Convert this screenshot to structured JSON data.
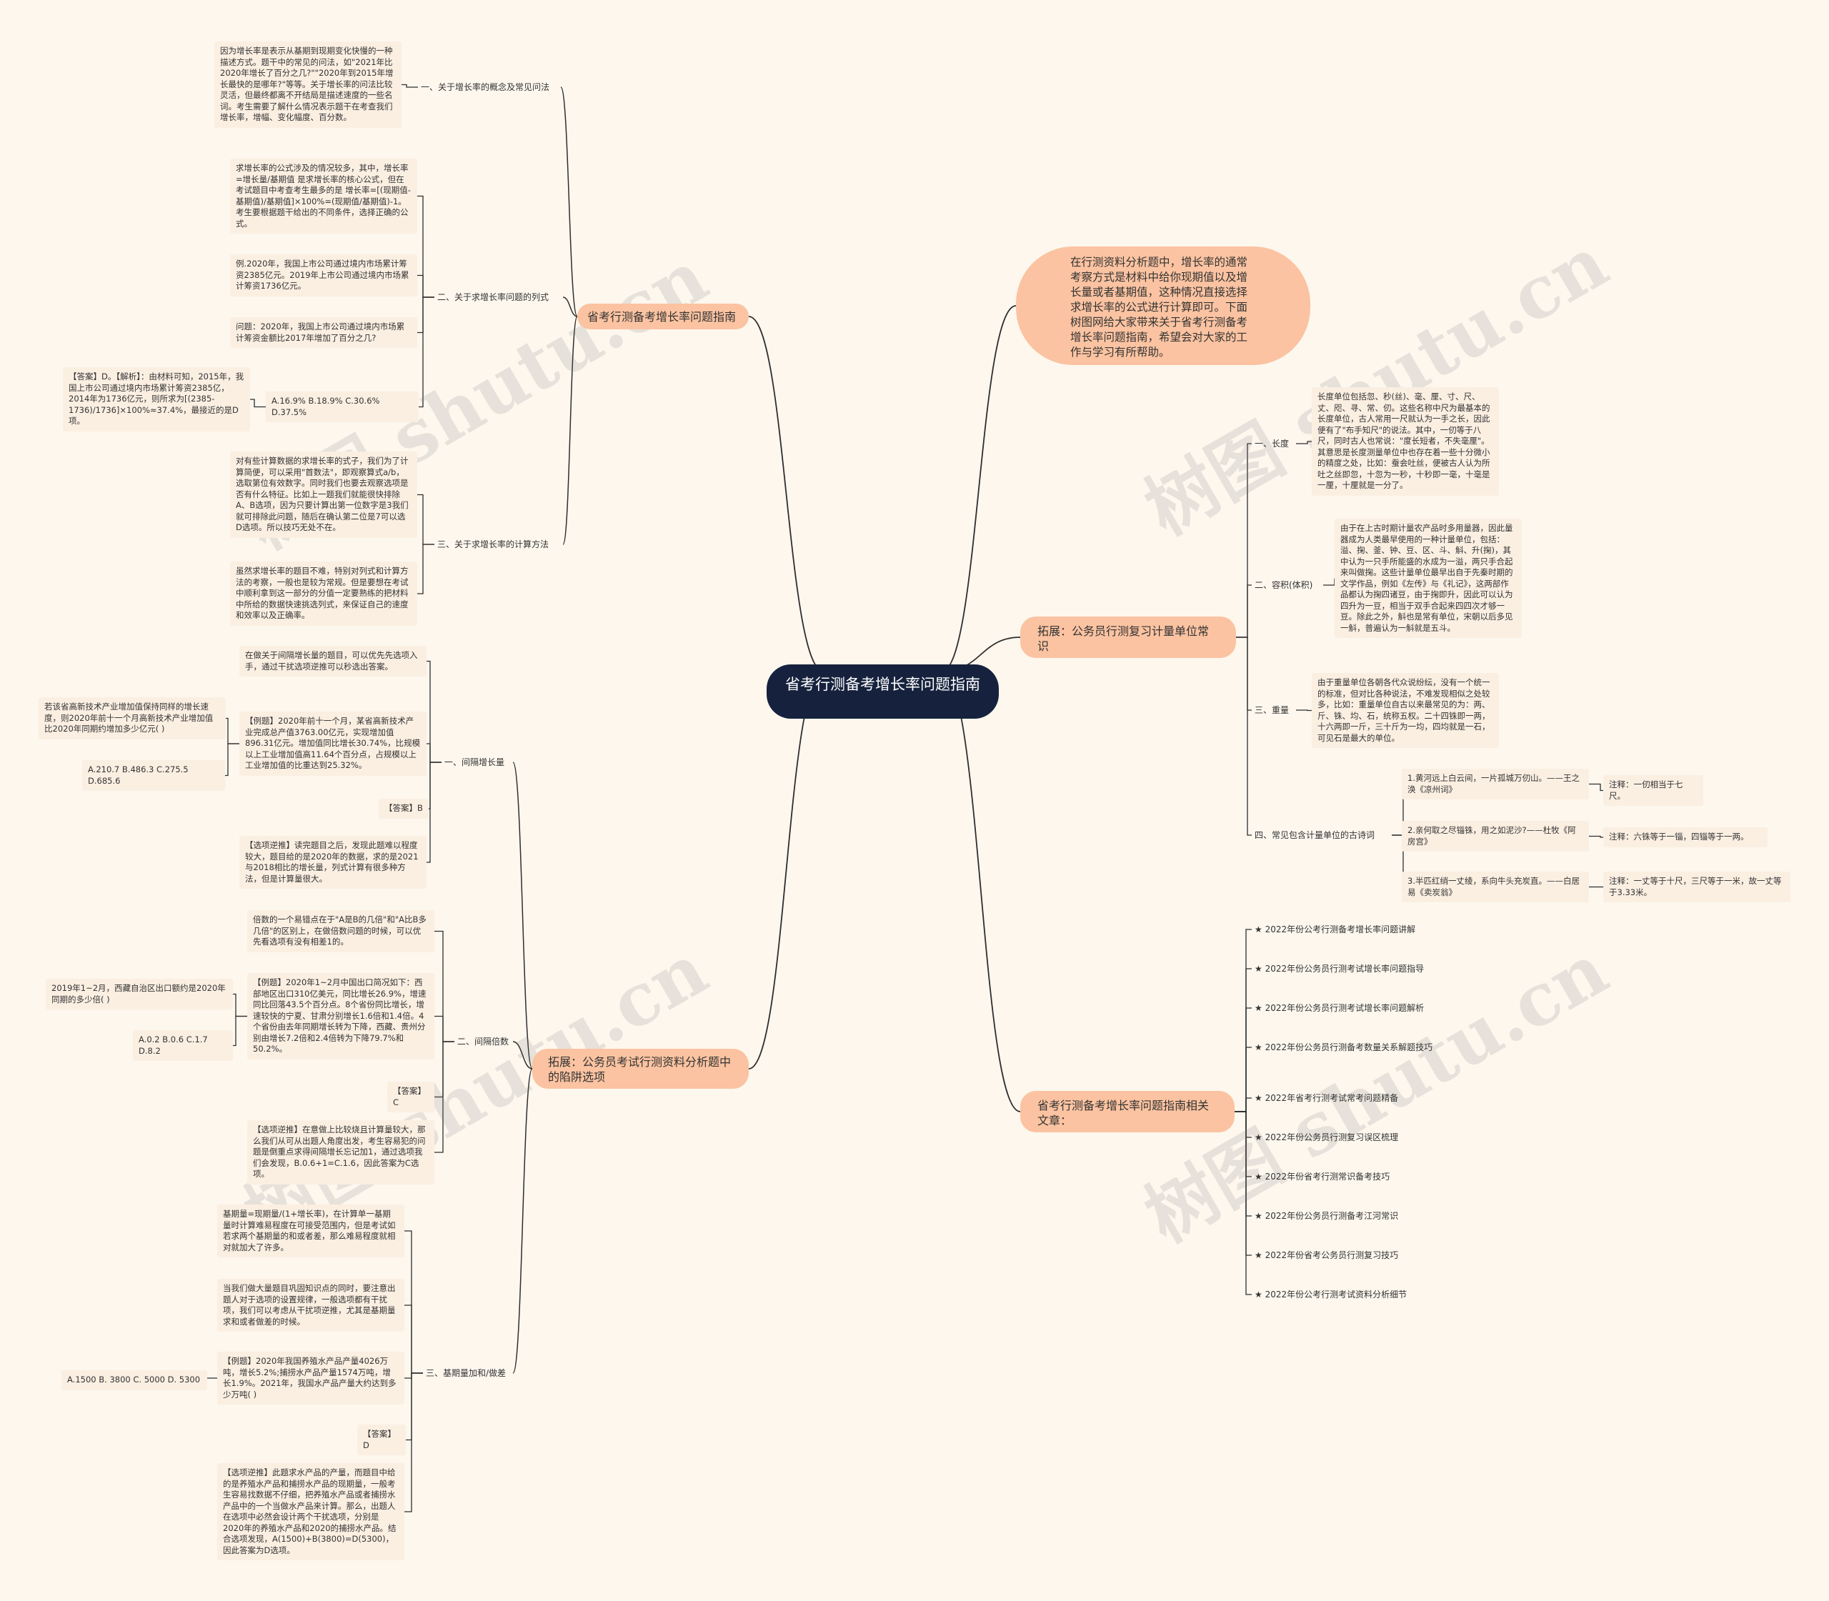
{
  "root": "省考行测备考增长率问题指南",
  "branches": {
    "guide": "省考行测备考增长率问题指南",
    "intro": "在行测资料分析题中，增长率的通常考察方式是材料中给你现期值以及增长量或者基期值，这种情况直接选择求增长率的公式进行计算即可。下面树图网给大家带来关于省考行测备考增长率问题指南，希望会对大家的工作与学习有所帮助。",
    "units": "拓展：公务员行测复习计量单位常识",
    "traps": "拓展：公务员考试行测资料分析题中的陷阱选项",
    "related": "省考行测备考增长率问题指南相关文章："
  },
  "guide": {
    "s1": "一、关于增长率的概念及常见问法",
    "s1_text": "因为增长率是表示从基期到现期变化快慢的一种描述方式。题干中的常见的问法，如\"2021年比2020年增长了百分之几?\"\"2020年到2015年增长最快的是哪年?\"等等。关于增长率的问法比较灵活，但最终都离不开结局是描述速度的一些名词。考生需要了解什么情况表示题干在考查我们增长率，增幅、变化幅度、百分数。",
    "s2": "二、关于求增长率问题的列式",
    "s2_a": "求增长率的公式涉及的情况较多，其中，增长率=增长量/基期值 是求增长率的核心公式，但在考试题目中考查考生最多的是 增长率=[(现期值-基期值)/基期值]×100%=(现期值/基期值)-1。考生要根据题干给出的不同条件，选择正确的公式。",
    "s2_b": "例.2020年，我国上市公司通过境内市场累计筹资2385亿元。2019年上市公司通过境内市场累计筹资1736亿元。",
    "s2_c": "问题：2020年，我国上市公司通过境内市场累计筹资金额比2017年增加了百分之几?",
    "s2_opts": "A.16.9% B.18.9% C.30.6% D.37.5%",
    "s2_ans": "【答案】D。【解析】：由材料可知，2015年，我国上市公司通过境内市场累计筹资2385亿，2014年为1736亿元，则所求为[(2385-1736)/1736]×100%≈37.4%，最接近的是D项。",
    "s3": "三、关于求增长率的计算方法",
    "s3_a": "对有些计算数据的求增长率的式子，我们为了计算简便，可以采用\"首数法\"，即观察算式a/b，选取第位有效数字。同时我们也要去观察选项是否有什么特征。比如上一题我们就能很快排除A、B选项，因为只要计算出第一位数字是3我们就可排除此问题，随后在确认第二位是7可以选D选项。所以技巧无处不在。",
    "s3_b": "虽然求增长率的题目不难，特别对列式和计算方法的考察，一般也是较为常规。但是要想在考试中顺利拿到这一部分的分值一定要熟练的把材料中所给的数据快速挑选列式，来保证自己的速度和效率以及正确率。"
  },
  "traps": {
    "t1": "一、间隔增长量",
    "t1_a": "在做关于间隔增长量的题目，可以优先先选项入手，通过干扰选项逆推可以秒选出答案。",
    "t1_b": "【例题】2020年前十一个月，某省高新技术产业完成总产值3763.00亿元，实现增加值896.31亿元。增加值同比增长30.74%，比规模以上工业增加值高11.64个百分点，占规模以上工业增加值的比重达到25.32%。",
    "t1_q": "若该省高新技术产业增加值保持同样的增长速度，则2020年前十一个月高新技术产业增加值比2020年同期约增加多少亿元( )",
    "t1_opts": "A.210.7 B.486.3 C.275.5 D.685.6",
    "t1_ans": "【答案】B",
    "t1_c": "【选项逆推】读完题目之后，发现此题难以程度较大，题目给的是2020年的数据，求的是2021与2018相比的增长量，列式计算有很多种方法，但是计算量很大。",
    "t2": "二、间隔倍数",
    "t2_a": "倍数的一个易错点在于\"A是B的几倍\"和\"A比B多几倍\"的区别上，在做倍数问题的时候，可以优先看选项有没有相差1的。",
    "t2_b": "【例题】2020年1~2月中国出口简况如下：西部地区出口310亿美元，同比增长26.9%，增速同比回落43.5个百分点。8个省份同比增长，增速较快的宁夏、甘肃分别增长1.6倍和1.4倍。4个省份由去年同期增长转为下降，西藏、贵州分别由增长7.2倍和2.4倍转为下降79.7%和50.2%。",
    "t2_q": "2019年1~2月，西藏自治区出口额约是2020年同期的多少倍( )",
    "t2_opts": "A.0.2 B.0.6 C.1.7 D.8.2",
    "t2_ans": "【答案】C",
    "t2_c": "【选项逆推】在意做上比较烧且计算量较大，那么我们从可从出题人角度出发，考生容易犯的问题是倒重点求得间隔增长忘记加1，通过选项我们会发现，B.0.6+1=C.1.6，因此答案为C选项。",
    "t3": "三、基期量加和/做差",
    "t3_a": "基期量=现期量/(1+增长率)，在计算单一基期量时计算难易程度在可接受范围内，但是考试如若求两个基期量的和或者差，那么难易程度就相对就加大了许多。",
    "t3_b": "当我们做大量题目巩固知识点的同时，要注意出题人对于选项的设置规律，一般选项都有干扰项，我们可以考虑从干扰项逆推，尤其是基期量求和或者做差的时候。",
    "t3_c": "【例题】2020年我国养殖水产品产量4026万吨，增长5.2%;捕捞水产品产量1574万吨，增长1.9%。2021年，我国水产品产量大约达到多少万吨( )",
    "t3_opts": "A.1500 B. 3800 C. 5000 D. 5300",
    "t3_ans": "【答案】D",
    "t3_d": "【选项逆推】此题求水产品的产量，而题目中给的是养殖水产品和捕捞水产品的现期量，一般考生容易找数据不仔细，把养殖水产品或者捕捞水产品中的一个当做水产品来计算。那么，出题人在选项中必然会设计两个干扰选项，分别是2020年的养殖水产品和2020的捕捞水产品。结合选项发现，A(1500)+B(3800)=D(5300)，因此答案为D选项。"
  },
  "units": {
    "u1": "一、长度",
    "u1_t": "长度单位包括忽、秒(丝)、毫、厘、寸、尺、丈、咫、寻、常、仞。这些名称中尺为最基本的长度单位，古人常用一尺就认为一手之长，因此便有了\"布手知尺\"的说法。其中，一仞等于八尺，同时古人也常说：\"度长短者，不失毫厘\"。其意思是长度测量单位中也存在着一些十分微小的精度之处，比如：蚕会吐丝，便被古人认为所吐之丝即忽，十忽为一秒，十秒即一毫，十毫是一厘，十厘就是一分了。",
    "u2": "二、容积(体积)",
    "u2_t": "由于在上古时期计量农产品时多用量器，因此量器成为人类最早使用的一种计量单位，包括：溢、掬、釜、钟、豆、区、斗、斛、升(掬)，其中认为一只手所能盛的水成为一溢，两只手合起来叫做掬。这些计量单位最早出自于先秦时期的文学作品，例如《左传》与《礼记》，这两部作品都认为掬四诸豆，由于掬即升，因此可以认为四升为一豆，相当于双手合起来四四次才够一豆。除此之外，斛也是常有单位，宋朝以后多见一斛，普遍认为一斛就是五斗。",
    "u3": "三、重量",
    "u3_t": "由于重量单位各朝各代众说纷纭，没有一个统一的标准，但对比各种说法，不难发现相似之处较多，比如：重量单位自古以来最常见的为：两、斤、铢、均、石，统称五权。二十四铢即一两，十六两即一斤，三十斤为一均，四均就是一石，可见石是最大的单位。",
    "u4": "四、常见包含计量单位的古诗词",
    "p1": "1.黄河远上白云间，一片孤城万仞山。——王之涣《凉州词》",
    "p1_n": "注释：一仞相当于七尺。",
    "p2": "2.亲何取之尽锱铢，用之如泥沙?——杜牧《阿房宫》",
    "p2_n": "注释：六铢等于一锱，四锱等于一两。",
    "p3": "3.半匹红绡一丈绫，系向牛头充炭直。——白居易《卖炭翁》",
    "p3_n": "注释：一丈等于十尺，三尺等于一米，故一丈等于3.33米。"
  },
  "related": [
    "★ 2022年份公考行测备考增长率问题讲解",
    "★ 2022年份公务员行测考试增长率问题指导",
    "★ 2022年份公务员行测考试增长率问题解析",
    "★ 2022年份公务员行测备考数量关系解题技巧",
    "★ 2022年省考行测考试常考问题精备",
    "★ 2022年份公务员行测复习误区梳理",
    "★ 2022年份省考行测常识备考技巧",
    "★ 2022年份公务员行测备考江河常识",
    "★ 2022年份省考公务员行测复习技巧",
    "★ 2022年份公考行测考试资料分析细节"
  ],
  "watermark": "树图 shutu.cn",
  "colors": {
    "root": "#16223d",
    "accent": "#fbc3a1",
    "leaf": "#fbefe2",
    "line": "#2e2e2e",
    "background": "#fdf7ee"
  }
}
